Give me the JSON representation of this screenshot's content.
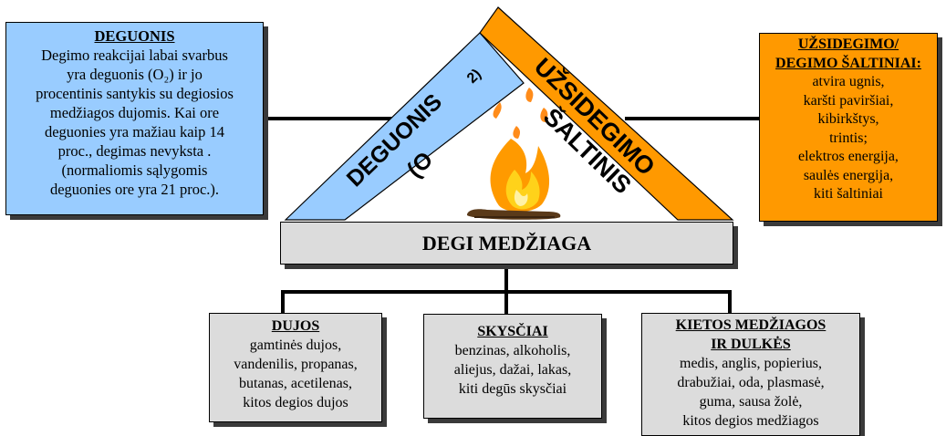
{
  "oxygen_box": {
    "heading": "DEGUONIS",
    "lines": [
      "Degimo reakcijai labai svarbus",
      "yra deguonis (O₂) ir jo",
      "procentinis santykis su degiosios",
      "medžiagos dujomis. Kai ore",
      "deguonies yra mažiau kaip 14",
      "proc., degimas nevyksta .",
      "(normaliomis sąlygomis",
      "deguonies ore yra 21 proc.)."
    ]
  },
  "ignition_box": {
    "heading_line1": "UŽSIDEGIMO/",
    "heading_line2": "DEGIMO ŠALTINIAI:",
    "lines": [
      "atvira ugnis,",
      "karšti paviršiai,",
      "kibirkštys,",
      "trintis;",
      "elektros energija,",
      "saulės energija,",
      "kiti šaltiniai"
    ]
  },
  "triangle": {
    "left_side_text_1": "DEGUONIS",
    "left_side_text_2": "(O",
    "left_side_text_3": "2)",
    "right_side_text_1": "UŽSIDEGIMO",
    "right_side_text_2": "ŠALTINIS",
    "left_color": "#99ccff",
    "right_color": "#ff9900"
  },
  "fuel_bar": {
    "label": "DEGI MEDŽIAGA"
  },
  "gas_box": {
    "heading": "DUJOS",
    "lines": [
      "gamtinės dujos,",
      "vandenilis, propanas,",
      "butanas, acetilenas,",
      "kitos degios dujos"
    ]
  },
  "liquid_box": {
    "heading": "SKYSČIAI",
    "lines": [
      "benzinas,  alkoholis,",
      "aliejus, dažai, lakas,",
      "kiti degūs skysčiai"
    ]
  },
  "solid_box": {
    "heading_line1": "KIETOS MEDŽIAGOS",
    "heading_line2": "IR DULKĖS",
    "lines": [
      "medis, anglis, popierius,",
      "drabužiai, oda, plasmasė,",
      "guma, sausa žolė,",
      "kitos degios medžiagos"
    ]
  }
}
